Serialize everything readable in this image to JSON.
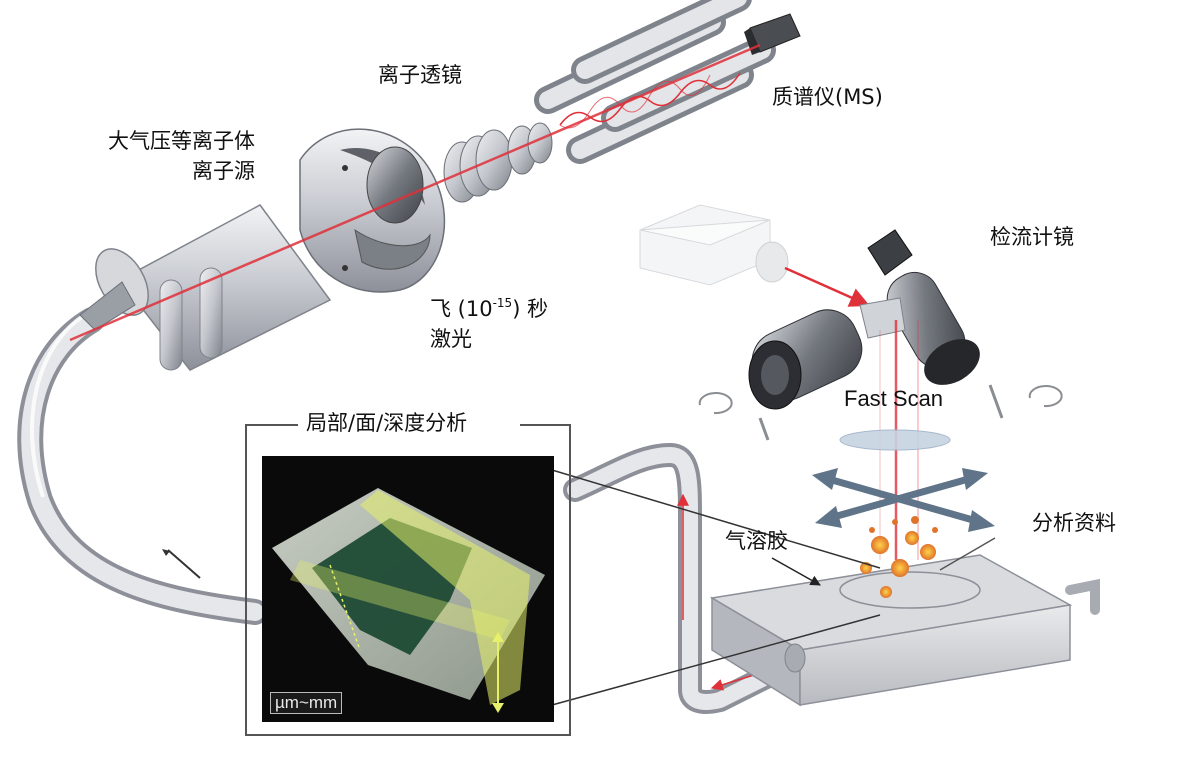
{
  "labels": {
    "ion_source_line1": "大气压等离子体",
    "ion_source_line2": "离子源",
    "ion_lens": "离子透镜",
    "mass_spec": "质谱仪(MS)",
    "laser_prefix": "飞 (10",
    "laser_exponent": "-15",
    "laser_suffix": ") 秒",
    "laser_line2": "激光",
    "galvanometer": "检流计镜",
    "fast_scan": "Fast Scan",
    "analysis_box": "局部/面/深度分析",
    "aerosol": "气溶胶",
    "sample": "分析资料",
    "scale": "µm~mm"
  },
  "colors": {
    "laser": "#e0303a",
    "metal": "#c9ccd2",
    "metal_dark": "#8d9099",
    "arrows": "#5f7488",
    "inset_bg": "#0a0a0a",
    "yellow_plane": "#e6f06a"
  }
}
